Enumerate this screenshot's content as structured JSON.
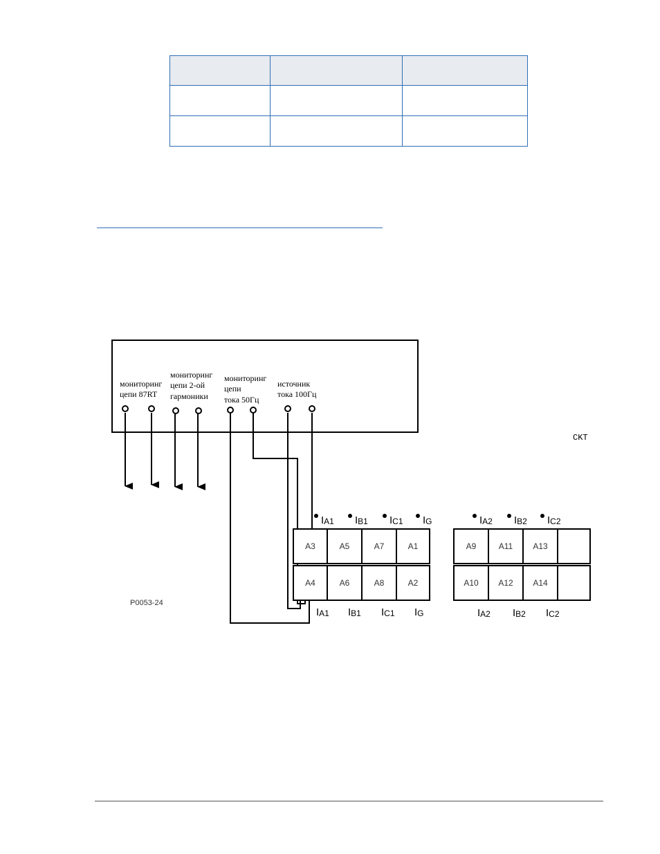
{
  "device_labels": {
    "mon87": [
      "мониторинг",
      "цепи 87RT"
    ],
    "mon2h": [
      "мониторинг",
      "цепи 2-ой",
      "гармоники"
    ],
    "mon50": [
      "мониторинг",
      "цепи",
      "тока 50Гц"
    ],
    "src100": [
      "источник",
      "тока 100Гц"
    ]
  },
  "ckt_label": "CKT",
  "figure_code": "P0053-24",
  "terminals_group1": {
    "top": [
      "A3",
      "A5",
      "A7",
      "A1"
    ],
    "bottom": [
      "A4",
      "A6",
      "A8",
      "A2"
    ],
    "top_currents": [
      [
        "I",
        "A1"
      ],
      [
        "I",
        "B1"
      ],
      [
        "I",
        "C1"
      ],
      [
        "I",
        "G"
      ]
    ],
    "bottom_currents": [
      [
        "I",
        "A1"
      ],
      [
        "I",
        "B1"
      ],
      [
        "I",
        "C1"
      ],
      [
        "I",
        "G"
      ]
    ]
  },
  "terminals_group2": {
    "top": [
      "A9",
      "A11",
      "A13",
      ""
    ],
    "bottom": [
      "A10",
      "A12",
      "A14",
      ""
    ],
    "top_currents": [
      [
        "I",
        "A2"
      ],
      [
        "I",
        "B2"
      ],
      [
        "I",
        "C2"
      ]
    ],
    "bottom_currents": [
      [
        "I",
        "A2"
      ],
      [
        "I",
        "B2"
      ],
      [
        "I",
        "C2"
      ]
    ]
  },
  "colors": {
    "table_border": "#2f6db5",
    "table_header": "#e8ebf0",
    "link_rule": "#2f6db5"
  }
}
